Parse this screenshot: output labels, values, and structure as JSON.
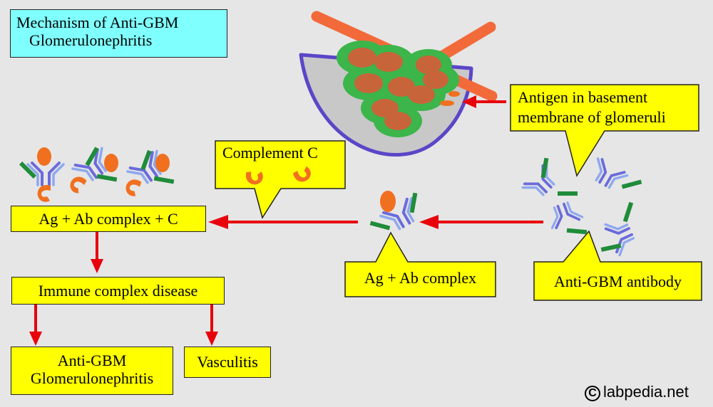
{
  "title": {
    "line1": "Mechanism of Anti-GBM",
    "line2": "Glomerulonephritis"
  },
  "labels": {
    "antigen": {
      "line1": "Antigen in basement",
      "line2": "membrane of glomeruli"
    },
    "complement": "Complement C",
    "ag_ab_c": "Ag + Ab complex + C",
    "ag_ab": "Ag + Ab complex",
    "antibody": "Anti-GBM antibody",
    "immune": "Immune complex disease",
    "gbm": {
      "line1": "Anti-GBM",
      "line2": "Glomerulonephritis"
    },
    "vasculitis": "Vasculitis"
  },
  "watermark": {
    "symbol": "C",
    "text": "labpedia.net"
  },
  "colors": {
    "background": "#e6e6e6",
    "callout": "#ffff00",
    "title_box": "#80ffff",
    "arrow": "#e8000b",
    "antibody": "#6b6bdc",
    "antigen_bar": "#1f8c3a",
    "complement": "#f07020",
    "glomerulus_cell": "#3cb54a",
    "cell_nucleus": "#c8643a",
    "membrane": "#c8c8c8",
    "membrane_outline": "#5a46c8",
    "vessel": "#f26a3a"
  }
}
